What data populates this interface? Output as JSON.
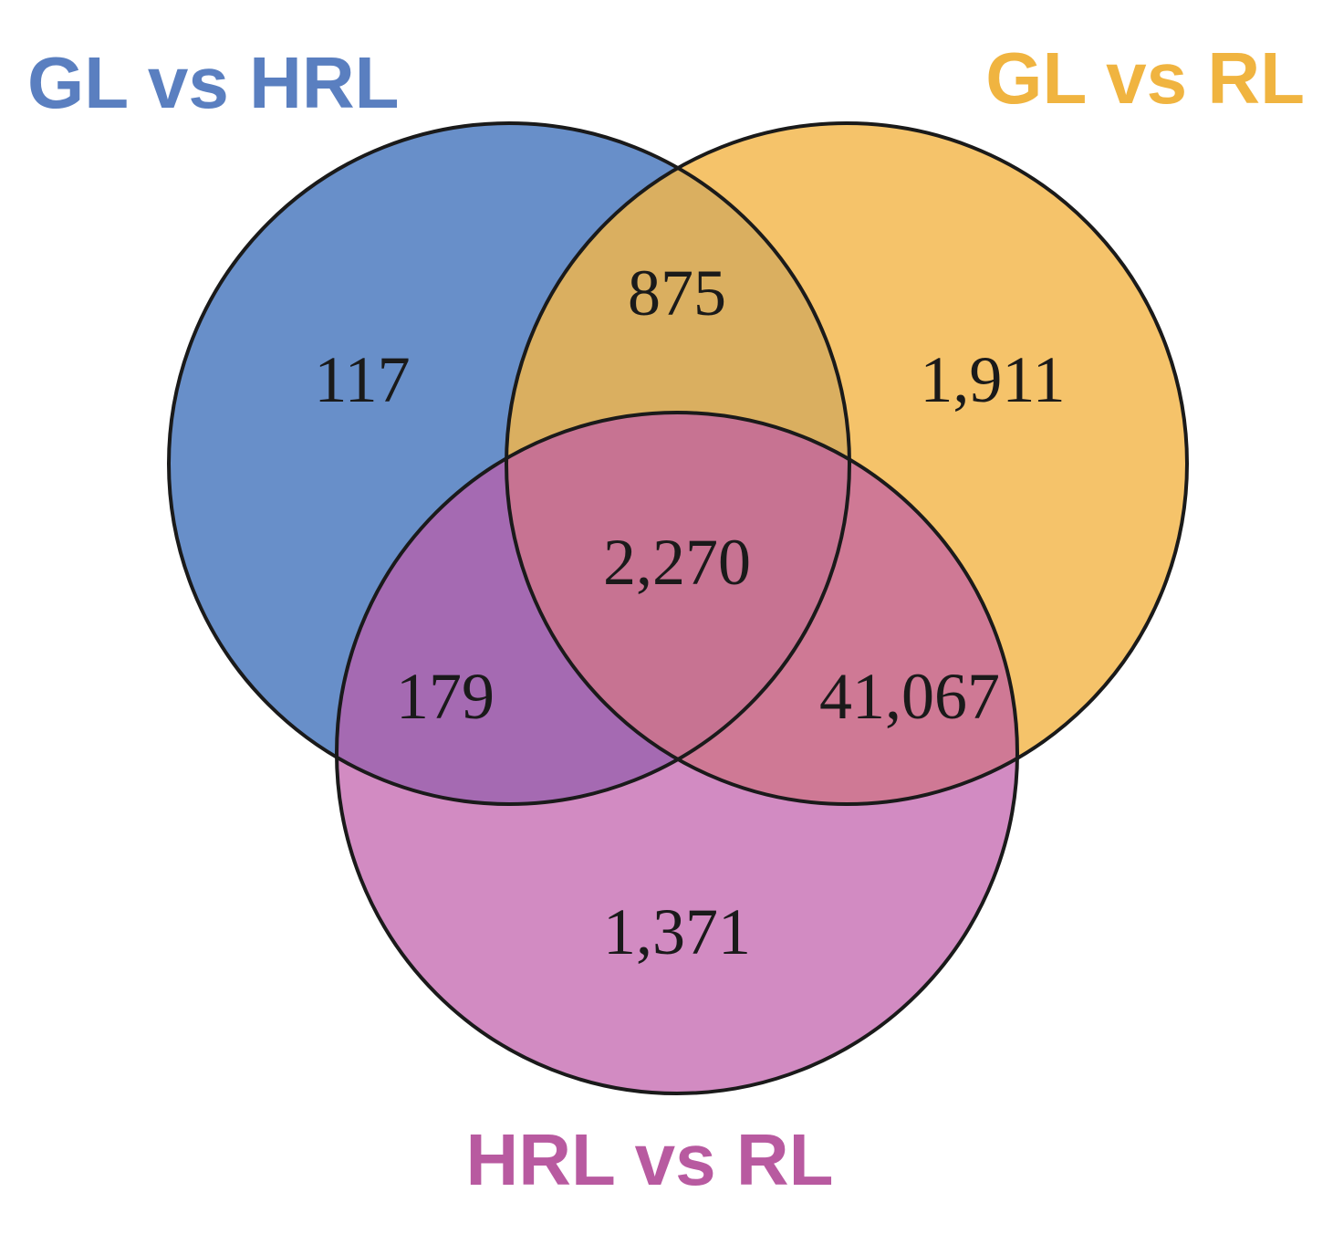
{
  "sets": {
    "a": {
      "label": "GL vs HRL",
      "color": "#5b86c4",
      "label_color": "#5a7fc0"
    },
    "b": {
      "label": "GL vs RL",
      "color": "#f3b649",
      "label_color": "#f0b440"
    },
    "c": {
      "label": "HRL vs RL",
      "color": "#b96aa9",
      "label_color": "#b85aa0"
    }
  },
  "regions": {
    "a_only": "117",
    "a_b": "875",
    "b_only": "1,911",
    "a_b_c": "2,270",
    "a_c": "179",
    "b_c": "41,067",
    "c_only": "1,371"
  }
}
